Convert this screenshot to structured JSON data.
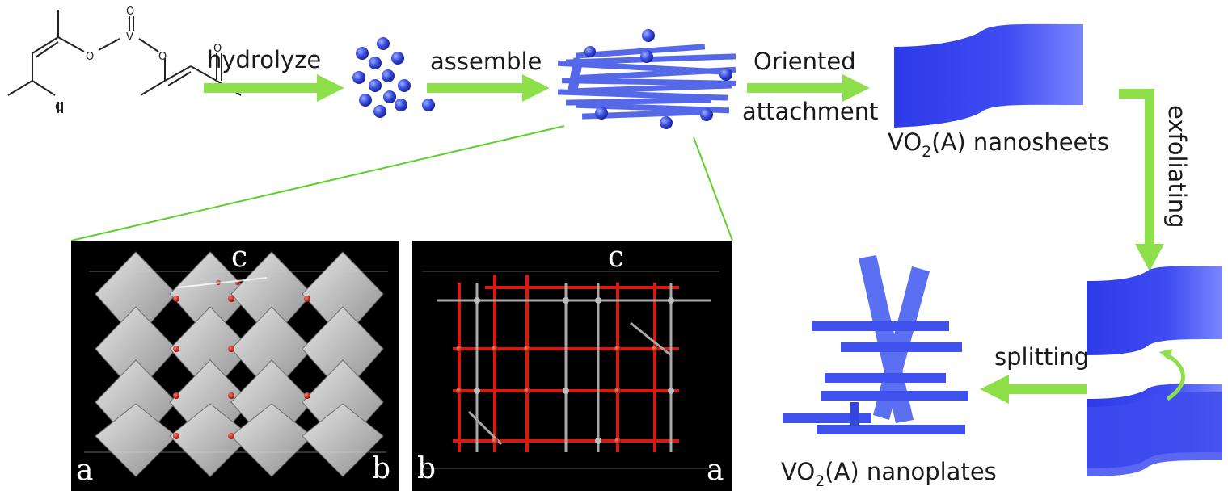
{
  "colors": {
    "arrow": "#8ee04a",
    "sheet": "#3340f0",
    "sphere": "#3a4fe0",
    "rod": "#4f66e6",
    "zoom_line": "#5fcf2a",
    "panel_bg": "#000000",
    "octahedron": "#b9b9b9",
    "oxygen": "#e11b10",
    "vanadium": "#a8a8a8"
  },
  "molecule": {
    "atoms": {
      "vanadium": "V",
      "oxygen": "O"
    }
  },
  "steps": {
    "hydrolyze": "hydrolyze",
    "assemble": "assemble",
    "oriented_line1": "Oriented",
    "oriented_line2": "attachment",
    "exfoliating": "exfoliating",
    "splitting": "splitting"
  },
  "products": {
    "nanosheets": {
      "prefix": "VO",
      "subscript": "2",
      "suffix": "(A) nanosheets"
    },
    "nanoplates": {
      "prefix": "VO",
      "subscript": "2",
      "suffix": "(A) nanoplates"
    }
  },
  "panels": {
    "left": {
      "top": "c",
      "bottom_left": "a",
      "bottom_right": "b"
    },
    "right": {
      "top": "c",
      "bottom_left": "b",
      "bottom_right": "a"
    }
  }
}
